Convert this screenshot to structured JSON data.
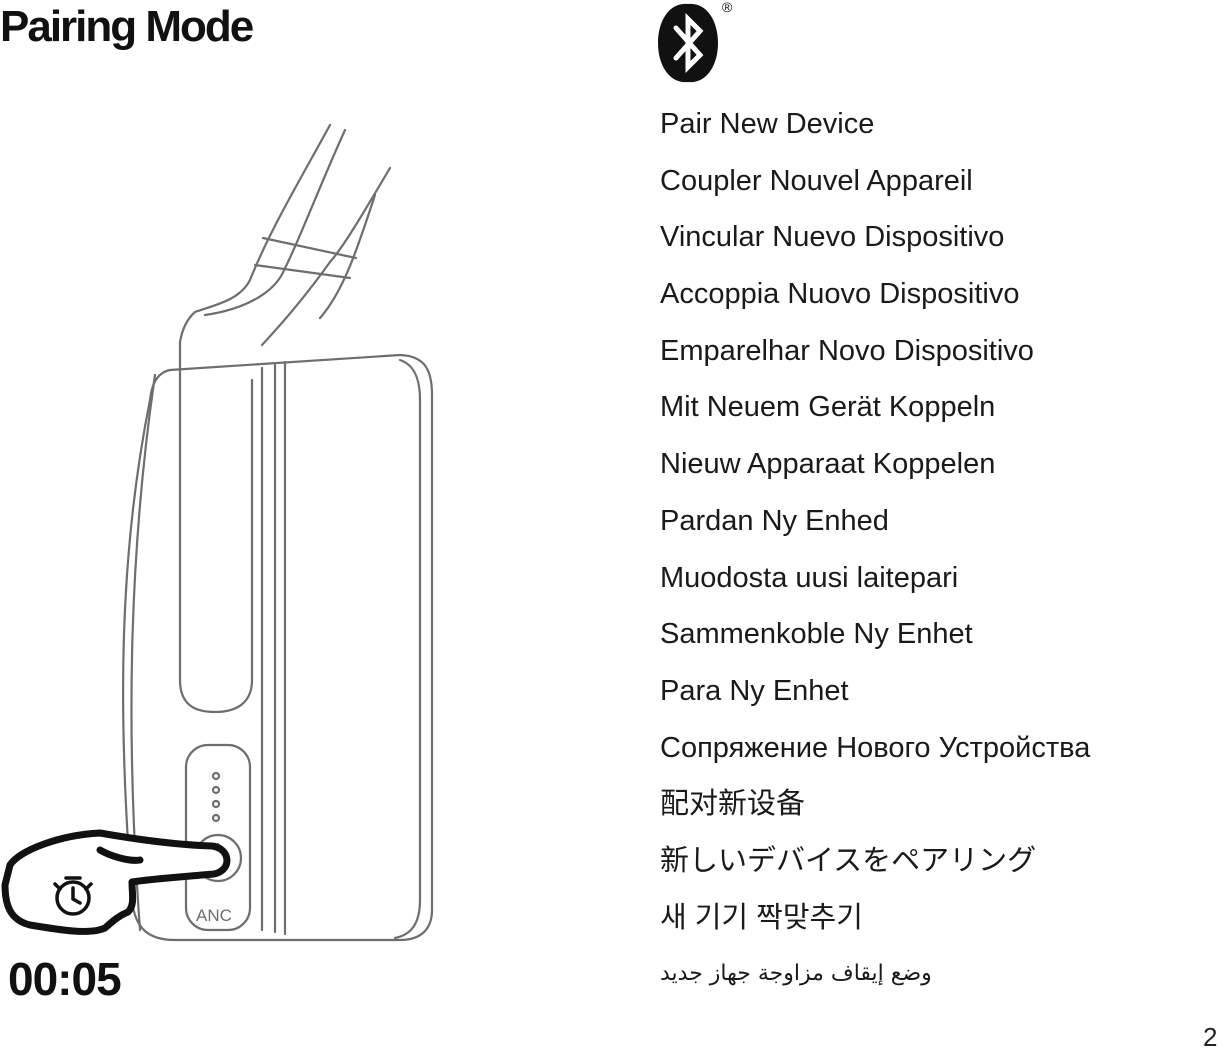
{
  "page": {
    "title": "Pairing Mode",
    "timer": "00:05",
    "page_number": "2"
  },
  "illustration": {
    "button_label": "ANC",
    "icons": [
      "power-icon",
      "stopwatch-icon",
      "pointing-hand-icon",
      "bluetooth-icon"
    ]
  },
  "bluetooth": {
    "registered_mark": "®"
  },
  "languages": [
    "Pair New Device",
    "Coupler Nouvel Appareil",
    "Vincular Nuevo Dispositivo",
    "Accoppia Nuovo Dispositivo",
    "Emparelhar Novo Dispositivo",
    "Mit Neuem Gerät Koppeln",
    "Nieuw Apparaat Koppelen",
    "Pardan Ny Enhed",
    "Muodosta uusi laitepari",
    "Sammenkoble Ny Enhet",
    "Para Ny Enhet",
    "Сопряжение Нового Устройства",
    "配对新设备",
    "新しいデバイスをペアリング",
    "새 기기 짝맞추기",
    "وضع إيقاف مزاوجة جهاز جديد"
  ]
}
